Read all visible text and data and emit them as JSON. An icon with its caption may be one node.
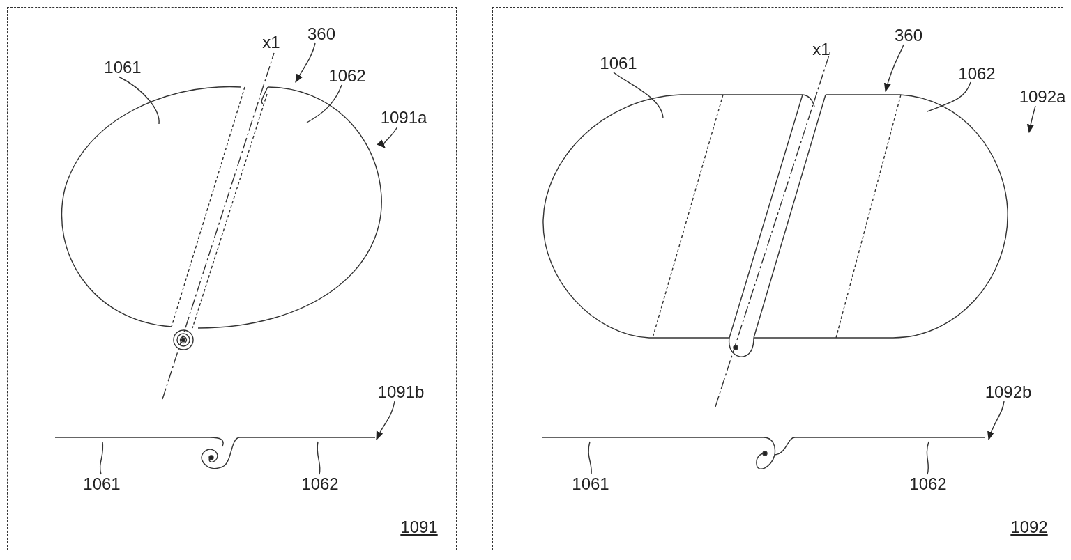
{
  "diagram": {
    "nodes": [
      {
        "text": [
          "1091"
        ]
      },
      {
        "text": [
          "x1"
        ],
        "in": 0
      },
      {
        "text": [
          "360"
        ],
        "in": 0
      },
      {
        "text": [
          "1061"
        ],
        "in": 0
      },
      {
        "text": [
          "1062"
        ],
        "in": 0
      },
      {
        "text": [
          "1091a"
        ],
        "in": 0
      },
      {
        "text": [],
        "shape": "picture",
        "in": 0
      },
      {
        "text": [
          "1091b"
        ],
        "in": 0
      },
      {
        "text": [],
        "shape": "picture",
        "in": 0
      },
      {
        "text": [
          "1061"
        ],
        "in": 0
      },
      {
        "text": [
          "1062"
        ],
        "in": 0
      },
      {
        "text": [
          "1092"
        ]
      },
      {
        "text": [
          "x1"
        ],
        "in": 11
      },
      {
        "text": [
          "360"
        ],
        "in": 11
      },
      {
        "text": [
          "1061"
        ],
        "in": 11
      },
      {
        "text": [
          "1062"
        ],
        "in": 11
      },
      {
        "text": [
          "1092a"
        ],
        "in": 11
      },
      {
        "text": [],
        "shape": "picture",
        "in": 11
      },
      {
        "text": [
          "1092b"
        ],
        "in": 11
      },
      {
        "text": [],
        "shape": "picture",
        "in": 11
      },
      {
        "text": [
          "1061"
        ],
        "in": 11
      },
      {
        "text": [
          "1062"
        ],
        "in": 11
      }
    ],
    "edges": [
      {
        "from": 2,
        "to": 6,
        "arrow": "to"
      },
      {
        "from": 3,
        "to": 6,
        "arrow": "none"
      },
      {
        "from": 4,
        "to": 6,
        "arrow": "none"
      },
      {
        "from": 5,
        "to": 6,
        "arrow": "to"
      },
      {
        "from": 7,
        "to": 8,
        "arrow": "to"
      },
      {
        "from": 9,
        "to": 8,
        "arrow": "none"
      },
      {
        "from": 10,
        "to": 8,
        "arrow": "none"
      },
      {
        "from": 13,
        "to": 17,
        "arrow": "to"
      },
      {
        "from": 14,
        "to": 17,
        "arrow": "none"
      },
      {
        "from": 15,
        "to": 17,
        "arrow": "none"
      },
      {
        "from": 16,
        "to": 17,
        "arrow": "to"
      },
      {
        "from": 18,
        "to": 19,
        "arrow": "to"
      },
      {
        "from": 20,
        "to": 19,
        "arrow": "none"
      },
      {
        "from": 21,
        "to": 19,
        "arrow": "none"
      }
    ]
  }
}
